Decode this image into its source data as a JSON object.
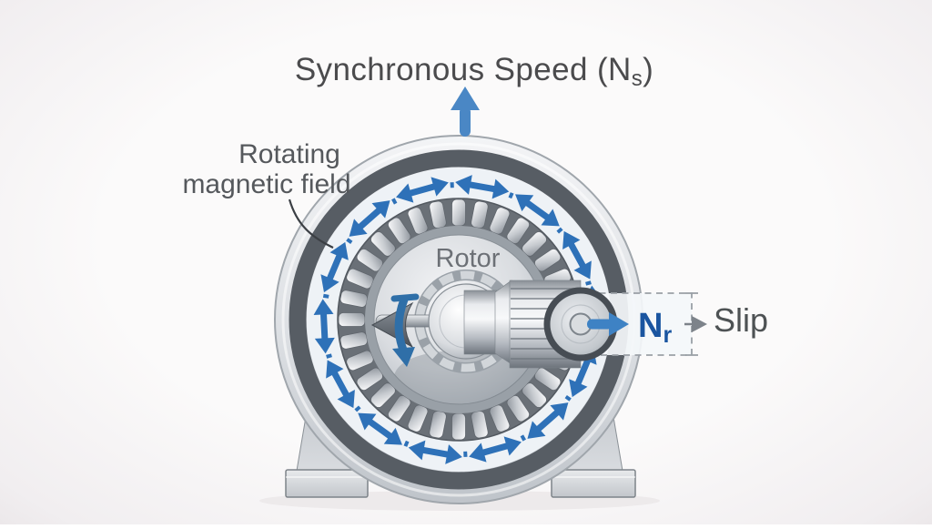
{
  "title": {
    "prefix": "Synchronous Speed (N",
    "subscript": "s",
    "suffix": ")"
  },
  "field_label": {
    "line1": "Rotating",
    "line2": "magnetic field"
  },
  "rotor_label": "Rotor",
  "rotor_speed": {
    "prefix": "N",
    "subscript": "r"
  },
  "slip_label": "Slip",
  "icons": {
    "synchronous_speed_arrow": "up-arrow",
    "rotating_field_arrows": "double-headed-tangential-arrows-ring",
    "rotor_speed_arrow": "right-arrow-from-shaft",
    "slip_pointer": "small-right-arrow",
    "rotor_rotation_arrow": "curved-down-arrow-on-shaft",
    "shaft_pointer": "left-vane-arrowhead"
  },
  "colors": {
    "field_arrow_blue": "#2e71b8",
    "speed_arrow_blue": "#4a87c5",
    "rotor_speed_text": "#1a55a0",
    "title_gray": "#4b4b4d",
    "label_gray": "#55585c",
    "rotor_text_gray": "#6c7076",
    "slip_text_gray": "#4e5254",
    "casing_gray": "#d9dcdf",
    "stator_dark_ring": "#575d64",
    "field_band_bg": "#eef2f6",
    "background": "#f6f4f5"
  },
  "counts": {
    "field_arrows": 14,
    "stator_teeth": 32
  }
}
